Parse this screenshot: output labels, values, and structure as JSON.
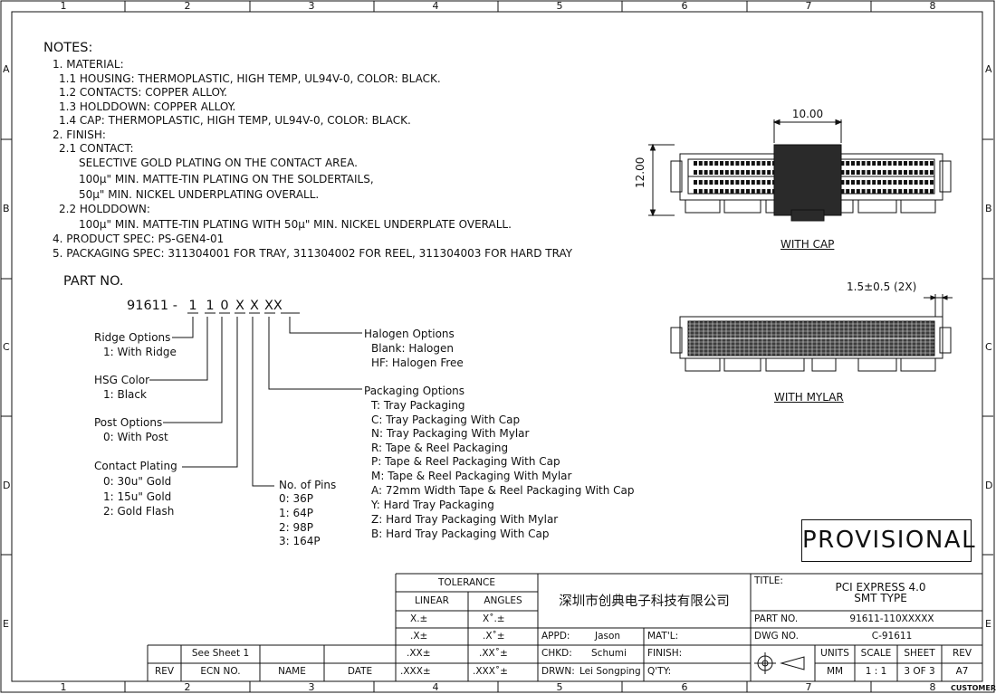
{
  "border": {
    "cols": [
      "1",
      "2",
      "3",
      "4",
      "5",
      "6",
      "7",
      "8"
    ],
    "rows": [
      "A",
      "B",
      "C",
      "D",
      "E"
    ]
  },
  "notes": {
    "title": "NOTES:",
    "lines": [
      "1. MATERIAL:",
      "1.1 HOUSING: THERMOPLASTIC, HIGH TEMP, UL94V-0, COLOR: BLACK.",
      "1.2 CONTACTS: COPPER ALLOY.",
      "1.3 HOLDDOWN: COPPER ALLOY.",
      "1.4 CAP: THERMOPLASTIC, HIGH TEMP, UL94V-0, COLOR: BLACK.",
      "2. FINISH:",
      "2.1 CONTACT:",
      "SELECTIVE GOLD PLATING ON THE CONTACT AREA.",
      "100μ\" MIN. MATTE-TIN PLATING ON THE SOLDERTAILS,",
      "50μ\" MIN. NICKEL UNDERPLATING OVERALL.",
      "2.2 HOLDDOWN:",
      "100μ\" MIN. MATTE-TIN PLATING WITH 50μ\" MIN. NICKEL UNDERPLATE OVERALL.",
      "4. PRODUCT SPEC: PS-GEN4-01",
      "5. PACKAGING SPEC: 311304001 FOR TRAY, 311304002 FOR REEL, 311304003 FOR HARD TRAY"
    ]
  },
  "part_no": {
    "title": "PART NO.",
    "prefix": "91611 -",
    "chars": [
      "1",
      "1",
      "0",
      "X",
      "X",
      "XX"
    ]
  },
  "options": {
    "ridge": [
      "Ridge Options",
      "1: With Ridge"
    ],
    "hsg": [
      "HSG Color",
      "1: Black"
    ],
    "post": [
      "Post Options",
      "0: With Post"
    ],
    "plating": [
      "Contact Plating",
      "0: 30u\" Gold",
      "1: 15u\" Gold",
      "2: Gold Flash"
    ],
    "pins": [
      "No. of Pins",
      "0: 36P",
      "1: 64P",
      "2: 98P",
      "3: 164P"
    ],
    "halogen": [
      "Halogen Options",
      "Blank: Halogen",
      "HF: Halogen Free"
    ],
    "packaging": [
      "Packaging Options",
      "T: Tray Packaging",
      "C: Tray Packaging With Cap",
      "N: Tray Packaging With Mylar",
      "R: Tape & Reel Packaging",
      "P: Tape & Reel Packaging With Cap",
      "M: Tape & Reel Packaging With Mylar",
      "A: 72mm Width Tape & Reel Packaging With Cap",
      "Y: Hard Tray Packaging",
      "Z: Hard Tray Packaging With Mylar",
      "B: Hard Tray Packaging With Cap"
    ]
  },
  "views": {
    "cap_label": "WITH CAP",
    "mylar_label": "WITH MYLAR",
    "dim_width": "10.00",
    "dim_height": "12.00",
    "dim_tab": "1.5±0.5 (2X)"
  },
  "stamp": "PROVISIONAL",
  "title_block": {
    "tolerance": "TOLERANCE",
    "linear": "LINEAR",
    "angles": "ANGLES",
    "lin_rows": [
      "X.±",
      ".X±",
      ".XX±",
      ".XXX±"
    ],
    "ang_rows": [
      "X˚.±",
      ".X˚±",
      ".XX˚±",
      ".XXX˚±"
    ],
    "company": "深圳市创典电子科技有限公司",
    "appd_label": "APPD:",
    "appd": "Jason",
    "chkd_label": "CHKD:",
    "chkd": "Schumi",
    "drwn_label": "DRWN:",
    "drwn": "Lei Songping",
    "matl_label": "MAT'L:",
    "finish_label": "FINISH:",
    "qty_label": "Q'TY:",
    "title_label": "TITLE:",
    "title_line1": "PCI EXPRESS 4.0",
    "title_line2": "SMT TYPE",
    "partno_label": "PART NO.",
    "partno": "91611-110XXXXX",
    "dwgno_label": "DWG NO.",
    "dwgno": "C-91611",
    "units_label": "UNITS",
    "units": "MM",
    "scale_label": "SCALE",
    "scale": "1 : 1",
    "sheet_label": "SHEET",
    "sheet": "3 OF 3",
    "rev_label": "REV",
    "rev": "A7",
    "see_sheet": "See Sheet 1",
    "rev_col": "REV",
    "ecn_col": "ECN NO.",
    "name_col": "NAME",
    "date_col": "DATE",
    "customer": "CUSTOMER"
  }
}
